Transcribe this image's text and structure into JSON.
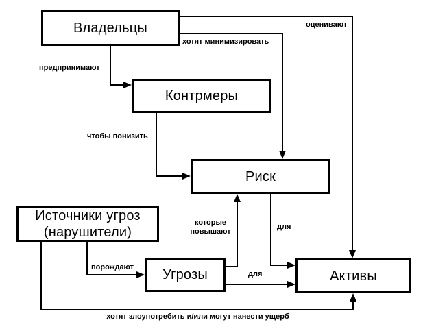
{
  "diagram": {
    "type": "flowchart",
    "language": "ru",
    "background_color": "#ffffff",
    "line_color": "#000000",
    "nodes": {
      "owners": {
        "label": "Владельцы"
      },
      "countermeasures": {
        "label": "Контрмеры"
      },
      "risk": {
        "label": "Риск"
      },
      "threat_sources": {
        "line1": "Источники угроз",
        "line2": "(нарушители)"
      },
      "threats": {
        "label": "Угрозы"
      },
      "assets": {
        "label": "Активы"
      }
    },
    "edges": {
      "undertake": {
        "from": "owners",
        "to": "countermeasures",
        "label": "предпринимают"
      },
      "minimize": {
        "from": "owners",
        "to": "risk",
        "label": "хотят минимизировать"
      },
      "evaluate": {
        "from": "owners",
        "to": "assets",
        "label": "оценивают"
      },
      "lower": {
        "from": "countermeasures",
        "to": "risk",
        "label": "чтобы понизить"
      },
      "increase": {
        "from": "threats",
        "to": "risk",
        "line1": "которые",
        "line2": "повышают"
      },
      "risk_for": {
        "from": "risk",
        "to": "assets",
        "label": "для"
      },
      "spawn": {
        "from": "threat_sources",
        "to": "threats",
        "label": "порождают"
      },
      "threats_for": {
        "from": "threats",
        "to": "assets",
        "label": "для"
      },
      "abuse": {
        "from": "threat_sources",
        "to": "assets",
        "label": "хотят злоупотребить и/или могут нанести ущерб"
      }
    }
  }
}
